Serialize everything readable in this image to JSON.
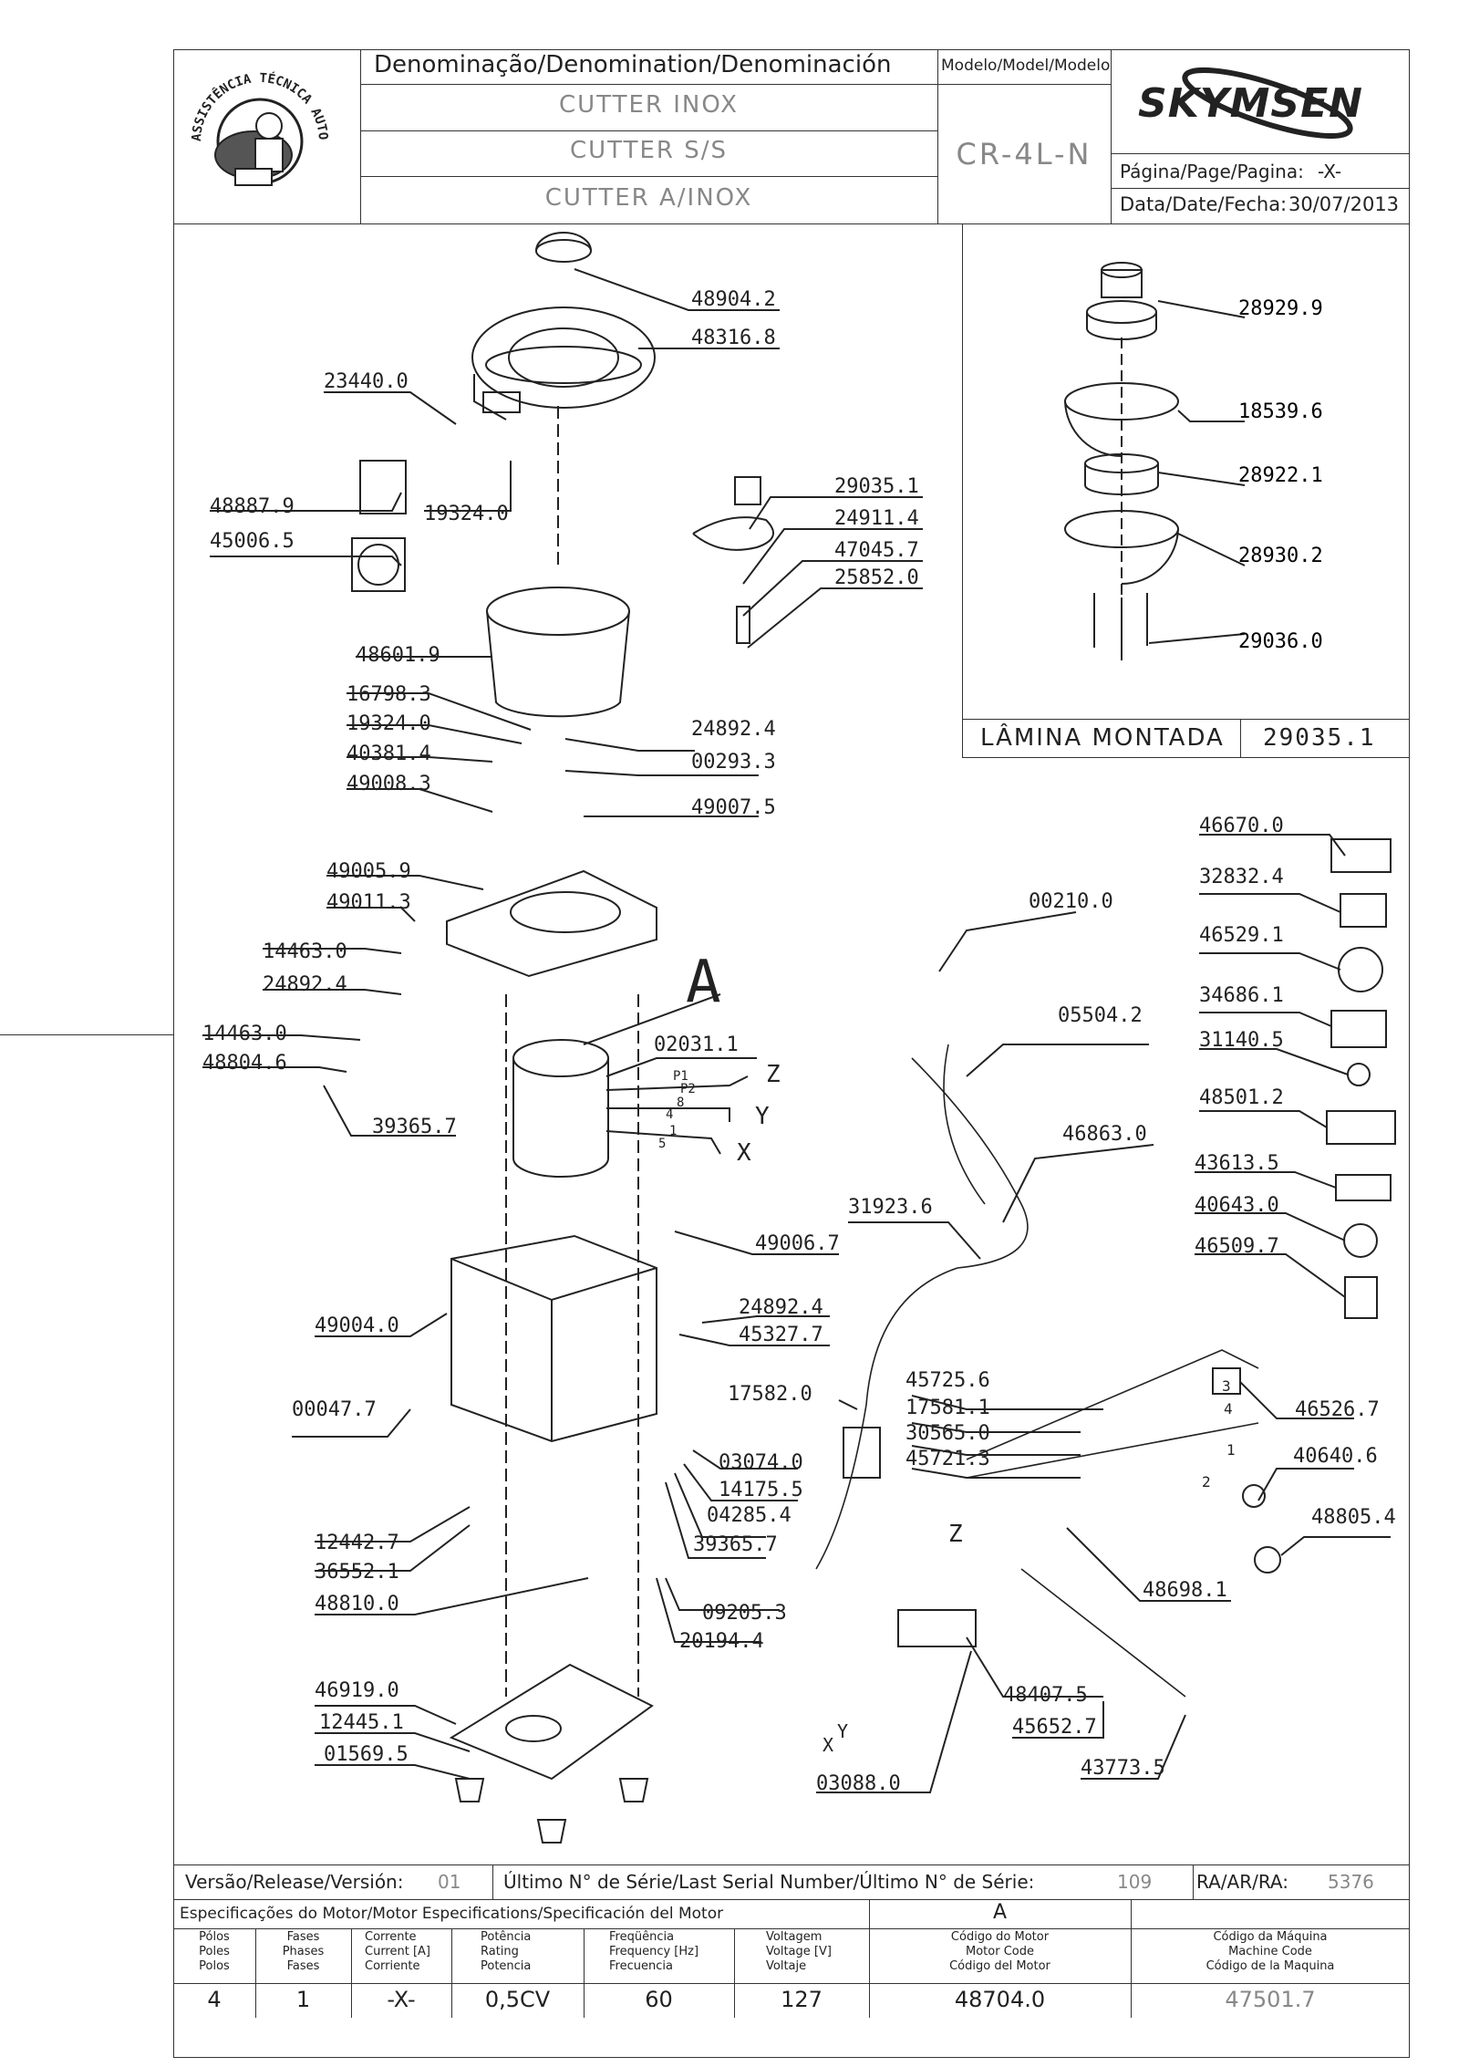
{
  "header": {
    "stamp_text": "ASSISTÊNCIA TÉCNICA AUTORIZADA",
    "denomination_label": "Denominação/Denomination/Denominación",
    "names": [
      "CUTTER INOX",
      "CUTTER S/S",
      "CUTTER A/INOX"
    ],
    "model_label": "Modelo/Model/Modelo",
    "model_value": "CR-4L-N",
    "brand": "SKYMSEN",
    "page_label": "Página/Page/Pagina:",
    "page_value": "-X-",
    "date_label": "Data/Date/Fecha:",
    "date_value": "30/07/2013"
  },
  "inset": {
    "labels": [
      "28929.9",
      "18539.6",
      "28922.1",
      "28930.2",
      "29036.0"
    ],
    "caption": "LÂMINA MONTADA",
    "caption_code": "29035.1"
  },
  "main_labels": {
    "top": [
      "48904.2",
      "48316.8",
      "23440.0",
      "19324.0",
      "48887.9",
      "45006.5",
      "29035.1",
      "24911.4",
      "47045.7",
      "25852.0"
    ],
    "middle": [
      "48601.9",
      "16798.3",
      "19324.0",
      "40381.4",
      "49008.3",
      "24892.4",
      "00293.3",
      "49007.5",
      "49005.9",
      "49011.3",
      "14463.0",
      "24892.4",
      "14463.0",
      "48804.6",
      "39365.7"
    ],
    "motor": [
      "A",
      "02031.1",
      "P1",
      "P2",
      "8",
      "4",
      "1",
      "5",
      "Z",
      "Y",
      "X"
    ],
    "lower": [
      "49006.7",
      "49004.0",
      "24892.4",
      "45327.7",
      "00047.7",
      "03074.0",
      "14175.5",
      "04285.4",
      "39365.7",
      "12442.7",
      "36552.1",
      "48810.0",
      "09205.3",
      "20194.4",
      "46919.0",
      "12445.1",
      "01569.5"
    ],
    "right": [
      "46670.0",
      "32832.4",
      "46529.1",
      "34686.1",
      "31140.5",
      "48501.2",
      "43613.5",
      "40643.0",
      "46509.7",
      "00210.0",
      "05504.2",
      "46863.0",
      "31923.6",
      "17582.0",
      "45725.6",
      "17581.1",
      "30565.0",
      "45721.3",
      "46526.7",
      "40640.6",
      "48805.4",
      "48698.1",
      "Z",
      "48407.5",
      "45652.7",
      "43773.5",
      "03088.0",
      "Y",
      "X",
      "3",
      "4",
      "1",
      "2"
    ]
  },
  "footer": {
    "version_label": "Versão/Release/Versión:",
    "version_value": "01",
    "serial_label": "Último N° de Série/Last Serial Number/Último N° de Série:",
    "serial_value": "109",
    "ra_label": "RA/AR/RA:",
    "ra_value": "5376",
    "spec_label": "Especificações do Motor/Motor Especifications/Specificación del Motor",
    "spec_motor_ref": "A",
    "columns": [
      {
        "h": [
          "Pólos",
          "Poles",
          "Polos"
        ],
        "v": "4"
      },
      {
        "h": [
          "Fases",
          "Phases",
          "Fases"
        ],
        "v": "1"
      },
      {
        "h": [
          "Corrente",
          "Current [A]",
          "Corriente"
        ],
        "v": "-X-"
      },
      {
        "h": [
          "Potência",
          "Rating",
          "Potencia"
        ],
        "v": "0,5CV"
      },
      {
        "h": [
          "Freqüência",
          "Frequency [Hz]",
          "Frecuencia"
        ],
        "v": "60"
      },
      {
        "h": [
          "Voltagem",
          "Voltage [V]",
          "Voltaje"
        ],
        "v": "127"
      },
      {
        "h": [
          "Código do Motor",
          "Motor Code",
          "Código del Motor"
        ],
        "v": "48704.0"
      },
      {
        "h": [
          "Código da Máquina",
          "Machine Code",
          "Código de la Maquina"
        ],
        "v": "47501.7"
      }
    ]
  },
  "colors": {
    "line": "#333333",
    "grey_text": "#888888"
  }
}
